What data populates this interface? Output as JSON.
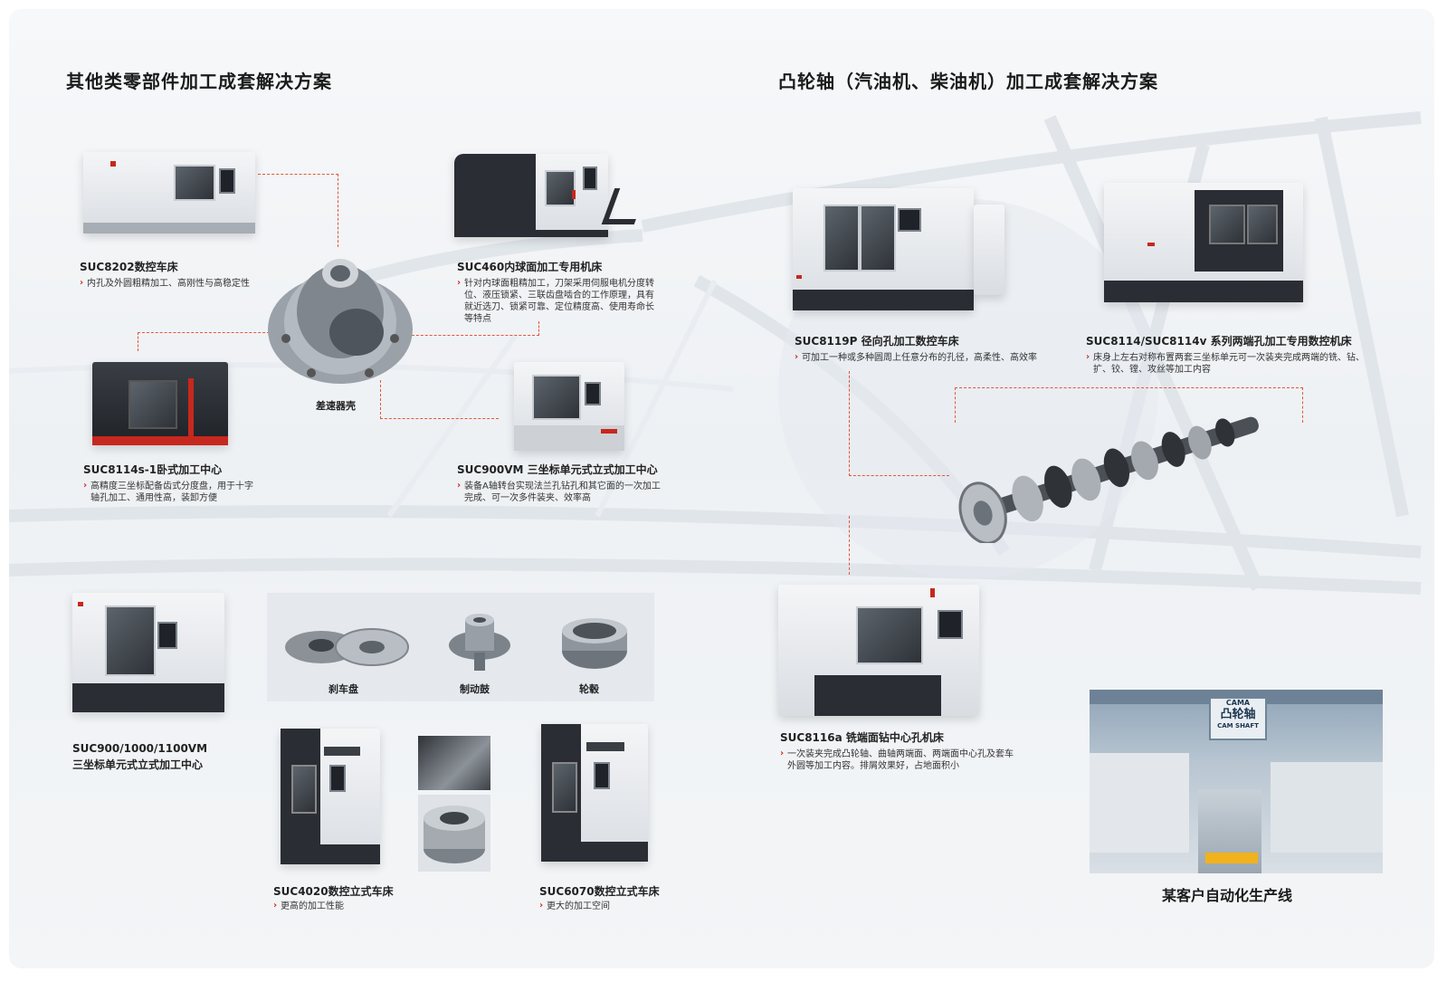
{
  "left_section": {
    "title": "其他类零部件加工成套解决方案"
  },
  "right_section": {
    "title": "凸轮轴（汽油机、柴油机）加工成套解决方案"
  },
  "center_part": {
    "label": "差速器壳"
  },
  "machines": {
    "suc8202": {
      "name": "SUC8202数控车床",
      "desc": "内孔及外圆粗精加工、高刚性与高稳定性"
    },
    "suc460": {
      "name": "SUC460内球面加工专用机床",
      "desc": "针对内球面粗精加工，刀架采用伺服电机分度转位、液压锁紧、三联齿盘啮合的工作原理，具有就近选刀、锁紧可靠、定位精度高、使用寿命长等特点"
    },
    "suc8114s1": {
      "name": "SUC8114s-1卧式加工中心",
      "desc": "高精度三坐标配备齿式分度盘，用于十字轴孔加工、通用性高，装卸方便"
    },
    "suc900vm": {
      "name": "SUC900VM 三坐标单元式立式加工中心",
      "desc": "装备A轴转台实现法兰孔钻孔和其它面的一次加工完成、可一次多件装夹、效率高"
    },
    "suc8119p": {
      "name": "SUC8119P 径向孔加工数控车床",
      "desc": "可加工一种或多种圆周上任意分布的孔径，高柔性、高效率"
    },
    "suc8114v": {
      "name": "SUC8114/SUC8114v 系列两端孔加工专用数控机床",
      "desc": "床身上左右对称布置两套三坐标单元可一次装夹完成两端的铣、钻、扩、铰、镗、攻丝等加工内容"
    },
    "suc900_1100vm": {
      "name_line1": "SUC900/1000/1100VM",
      "name_line2": "三坐标单元式立式加工中心"
    },
    "suc8116a": {
      "name": "SUC8116a 铣端面钻中心孔机床",
      "desc": "一次装夹完成凸轮轴、曲轴两端面、两端面中心孔及套车外圆等加工内容。排屑效果好，占地面积小"
    },
    "suc4020": {
      "name": "SUC4020数控立式车床",
      "desc": "更高的加工性能"
    },
    "suc6070": {
      "name": "SUC6070数控立式车床",
      "desc": "更大的加工空间"
    }
  },
  "parts": {
    "brake_disc": "刹车盘",
    "brake_drum": "制动鼓",
    "hub": "轮毂"
  },
  "photo": {
    "caption": "某客户自动化生产线",
    "sign_line1": "CAMA",
    "sign_line2": "凸轮轴",
    "sign_line3": "CAM SHAFT"
  },
  "colors": {
    "accent_red": "#d1281c",
    "connector": "#e2563c",
    "title_text": "#1b1b1b"
  }
}
